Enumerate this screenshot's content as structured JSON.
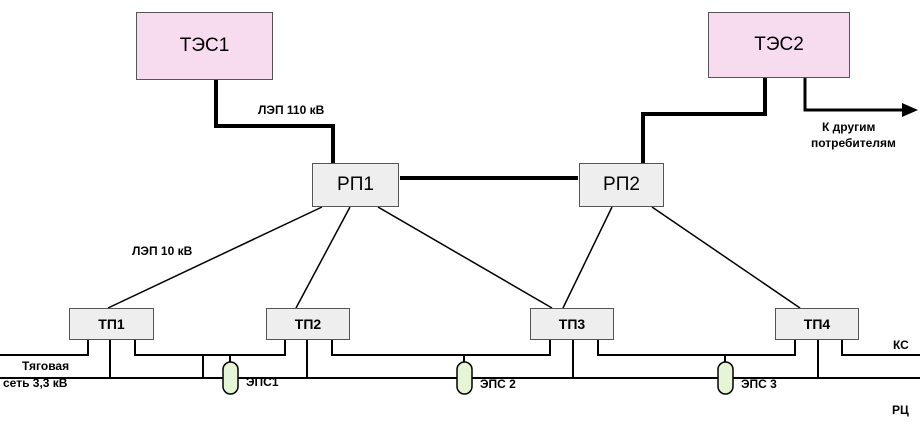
{
  "nodes": {
    "tes1": "ТЭС1",
    "tes2": "ТЭС2",
    "rp1": "РП1",
    "rp2": "РП2",
    "tp1": "ТП1",
    "tp2": "ТП2",
    "tp3": "ТП3",
    "tp4": "ТП4"
  },
  "labels": {
    "lep110": "ЛЭП 110 кВ",
    "lep10": "ЛЭП 10 кВ",
    "other_consumers_1": "К другим",
    "other_consumers_2": "потребителям",
    "traction_1": "Тяговая",
    "traction_2": "сеть 3,3 кВ",
    "ks": "КС",
    "rc": "РЦ",
    "eps1": "ЭПС1",
    "eps2": "ЭПС 2",
    "eps3": "ЭПС 3"
  },
  "colors": {
    "tes_fill": "#f7dcef",
    "node_fill": "#eeeeee",
    "eps_fill": "#e6f5d6"
  }
}
